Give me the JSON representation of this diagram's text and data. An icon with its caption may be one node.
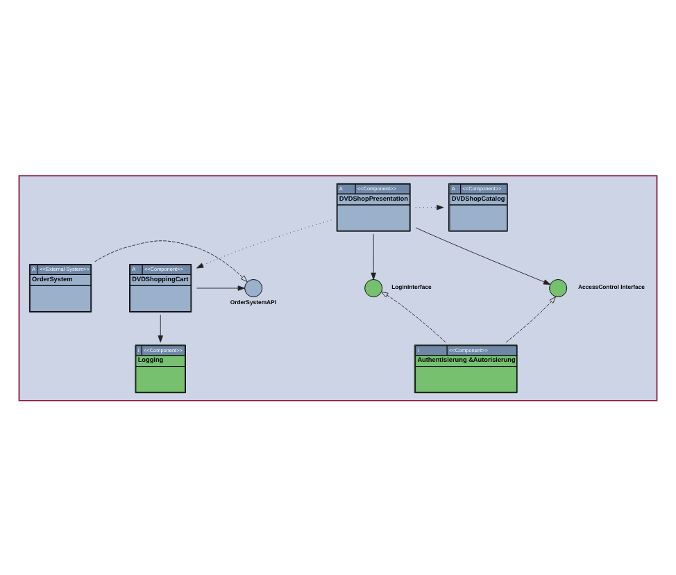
{
  "diagram": {
    "nodes": [
      {
        "text": [],
        "shape": "box"
      },
      {
        "text": [
          "A",
          "<<Component>>",
          "DVDShopPresentation"
        ],
        "in": 0
      },
      {
        "text": [
          "A",
          "<<Component>>",
          "DVDShopCatalog"
        ],
        "in": 0
      },
      {
        "text": [
          "A",
          "<<Component>>",
          "DVDShoppingCart"
        ],
        "in": 0
      },
      {
        "text": [
          "A",
          "<<External System>>",
          "OrderSystem"
        ],
        "in": 0
      },
      {
        "text": [
          "OrderSystemAPI"
        ],
        "in": 0
      },
      {
        "text": [
          "LoginInterface"
        ],
        "in": 0
      },
      {
        "text": [
          "AccessControl Interface"
        ],
        "in": 0
      },
      {
        "text": [
          "I",
          "<<Component>>",
          "Authentisierung &Autorisierung"
        ],
        "in": 0
      },
      {
        "text": [
          "I",
          "<<Component>>",
          "Logging"
        ],
        "in": 0
      }
    ],
    "edges": [
      {
        "from": 1,
        "to": 2,
        "arrow": "to",
        "style": "dashed"
      },
      {
        "from": 1,
        "to": 3,
        "arrow": "to",
        "style": "dashed"
      },
      {
        "from": 3,
        "to": 5,
        "arrow": "to"
      },
      {
        "from": 4,
        "to": 5,
        "arrow": "to",
        "style": "dashed"
      },
      {
        "from": 1,
        "to": 6,
        "arrow": "to"
      },
      {
        "from": 1,
        "to": 7,
        "arrow": "to"
      },
      {
        "from": 8,
        "to": 6,
        "arrow": "to",
        "style": "dashed"
      },
      {
        "from": 8,
        "to": 7,
        "arrow": "to",
        "style": "dashed"
      },
      {
        "from": 3,
        "to": 9,
        "arrow": "to"
      }
    ]
  }
}
